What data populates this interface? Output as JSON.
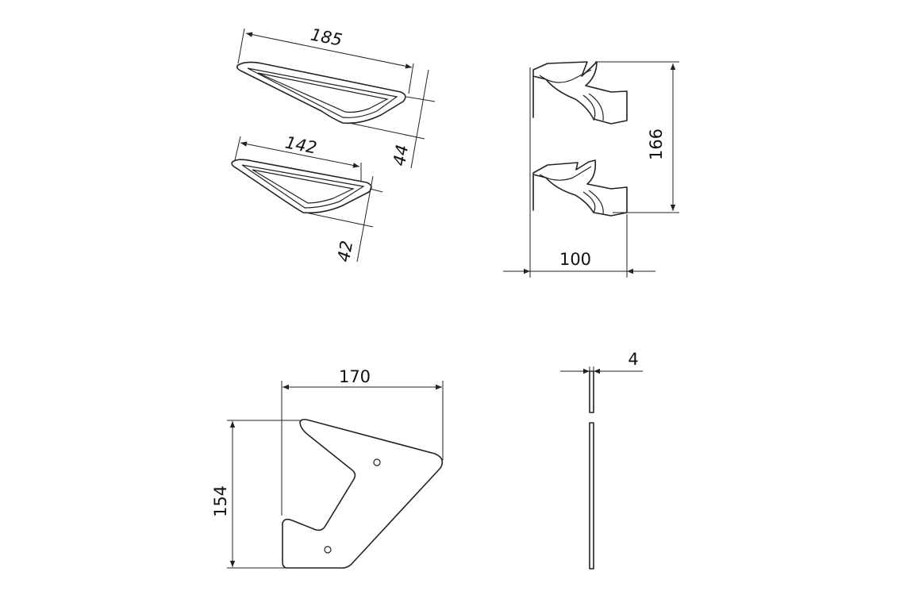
{
  "dimensions": {
    "top_long_length": "185",
    "top_short_length": "142",
    "top_long_height": "44",
    "top_short_height": "42",
    "side_height": "166",
    "side_width": "100",
    "plate_width": "170",
    "plate_height": "154",
    "plate_thickness": "4"
  },
  "colors": {
    "line": "#222222",
    "background": "#ffffff"
  }
}
